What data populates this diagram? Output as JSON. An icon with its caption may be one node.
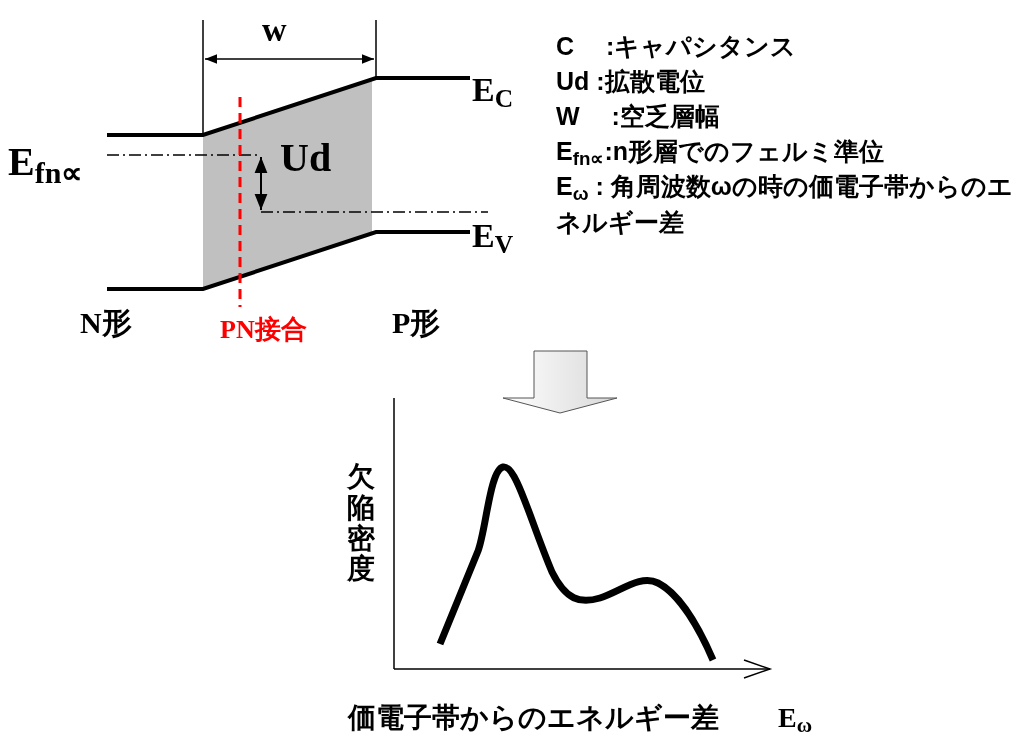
{
  "diagram": {
    "labels": [
      "w",
      "C　 :キャパシタンス",
      "Ud :拡散電位",
      "W　 :空乏層幅",
      "E$_{fn∝}$:n形層でのフェルミ準位",
      "E$_{ω}$ : 角周波数ωの時の価電子帯からのエネルギー差",
      "E$_{C}$",
      "E$_{fn∝}$",
      "Ud",
      "E$_{V}$",
      "N形",
      "PN接合",
      "P形",
      "欠陥密度",
      "価電子帯からのエネルギー差",
      "E$_{ω}$"
    ]
  }
}
